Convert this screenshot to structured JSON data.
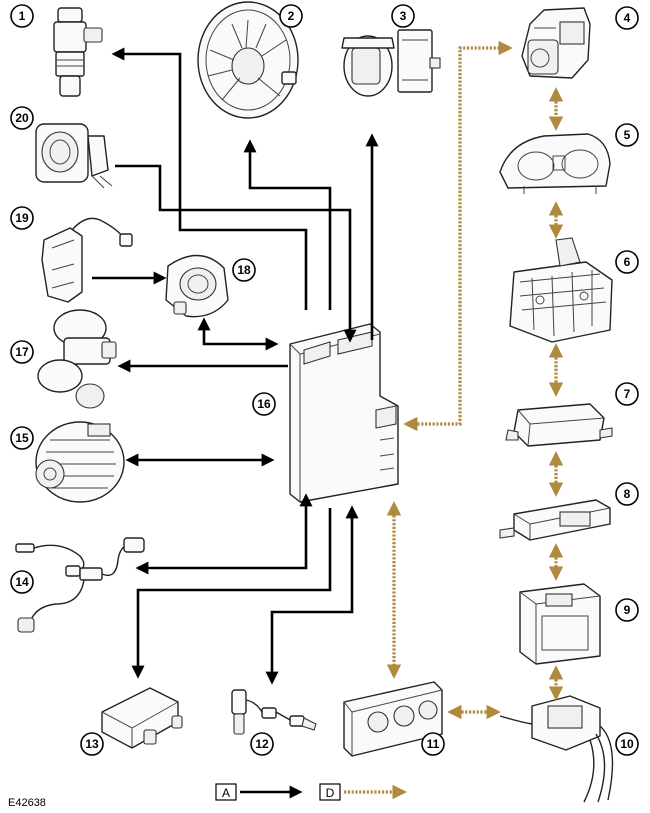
{
  "figure_id": "E42638",
  "legend": {
    "a_label": "A",
    "d_label": "D"
  },
  "callouts": [
    "1",
    "2",
    "3",
    "4",
    "5",
    "6",
    "7",
    "8",
    "9",
    "10",
    "11",
    "12",
    "13",
    "14",
    "15",
    "16",
    "17",
    "18",
    "19",
    "20"
  ],
  "colors": {
    "black_link": "#000000",
    "dotted_link": "#b08a3e",
    "outline": "#222222"
  },
  "icons": {
    "1": "fuel-injector-icon",
    "2": "cooling-fan-icon",
    "3": "electronic-actuator-icon",
    "4": "abs-module-icon",
    "5": "instrument-cluster-icon",
    "6": "transmission-valve-body-icon",
    "7": "restraints-module-icon",
    "8": "control-module-icon",
    "9": "control-module-icon",
    "10": "switch-pack-icon",
    "11": "climate-control-panel-icon",
    "12": "oxygen-sensor-icon",
    "13": "ignition-coil-icon",
    "14": "oxygen-sensor-icon",
    "15": "alternator-icon",
    "16": "engine-control-module-icon",
    "17": "egr-valve-icon",
    "18": "sensor-ring-icon",
    "19": "sensor-bracket-icon",
    "20": "throttle-body-icon"
  }
}
